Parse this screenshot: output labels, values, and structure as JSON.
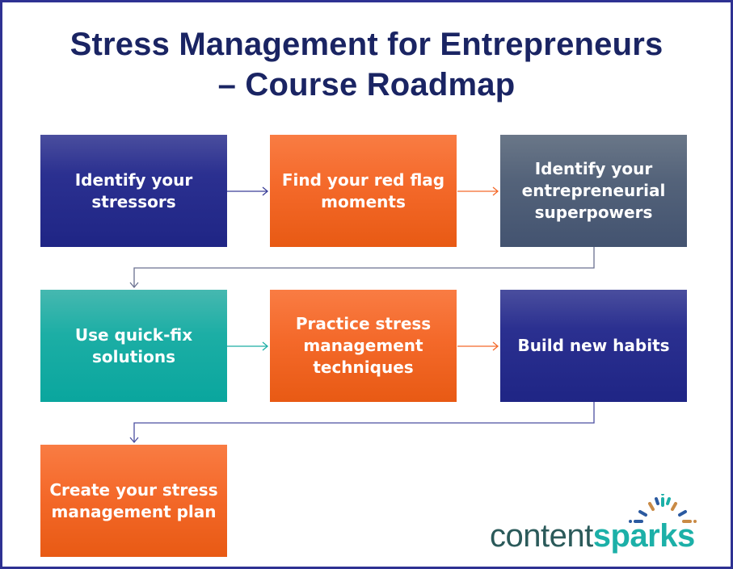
{
  "title": {
    "line1": "Stress Management for Entrepreneurs",
    "line2": "– Course Roadmap"
  },
  "steps": [
    {
      "label": "Identify your stressors",
      "color": "navy"
    },
    {
      "label": "Find your red flag moments",
      "color": "orange"
    },
    {
      "label": "Identify your entrepreneurial superpowers",
      "color": "slate"
    },
    {
      "label": "Use quick-fix solutions",
      "color": "teal"
    },
    {
      "label": "Practice stress management techniques",
      "color": "orange"
    },
    {
      "label": "Build new habits",
      "color": "navy"
    },
    {
      "label": "Create your stress management plan",
      "color": "orange"
    }
  ],
  "logo": {
    "part1": "content",
    "part2": "sparks"
  },
  "colors": {
    "frame": "#2e3192",
    "title": "#1a2463",
    "navy": "#2b3090",
    "orange": "#f4692a",
    "slate": "#54637a",
    "teal": "#1caea5"
  }
}
